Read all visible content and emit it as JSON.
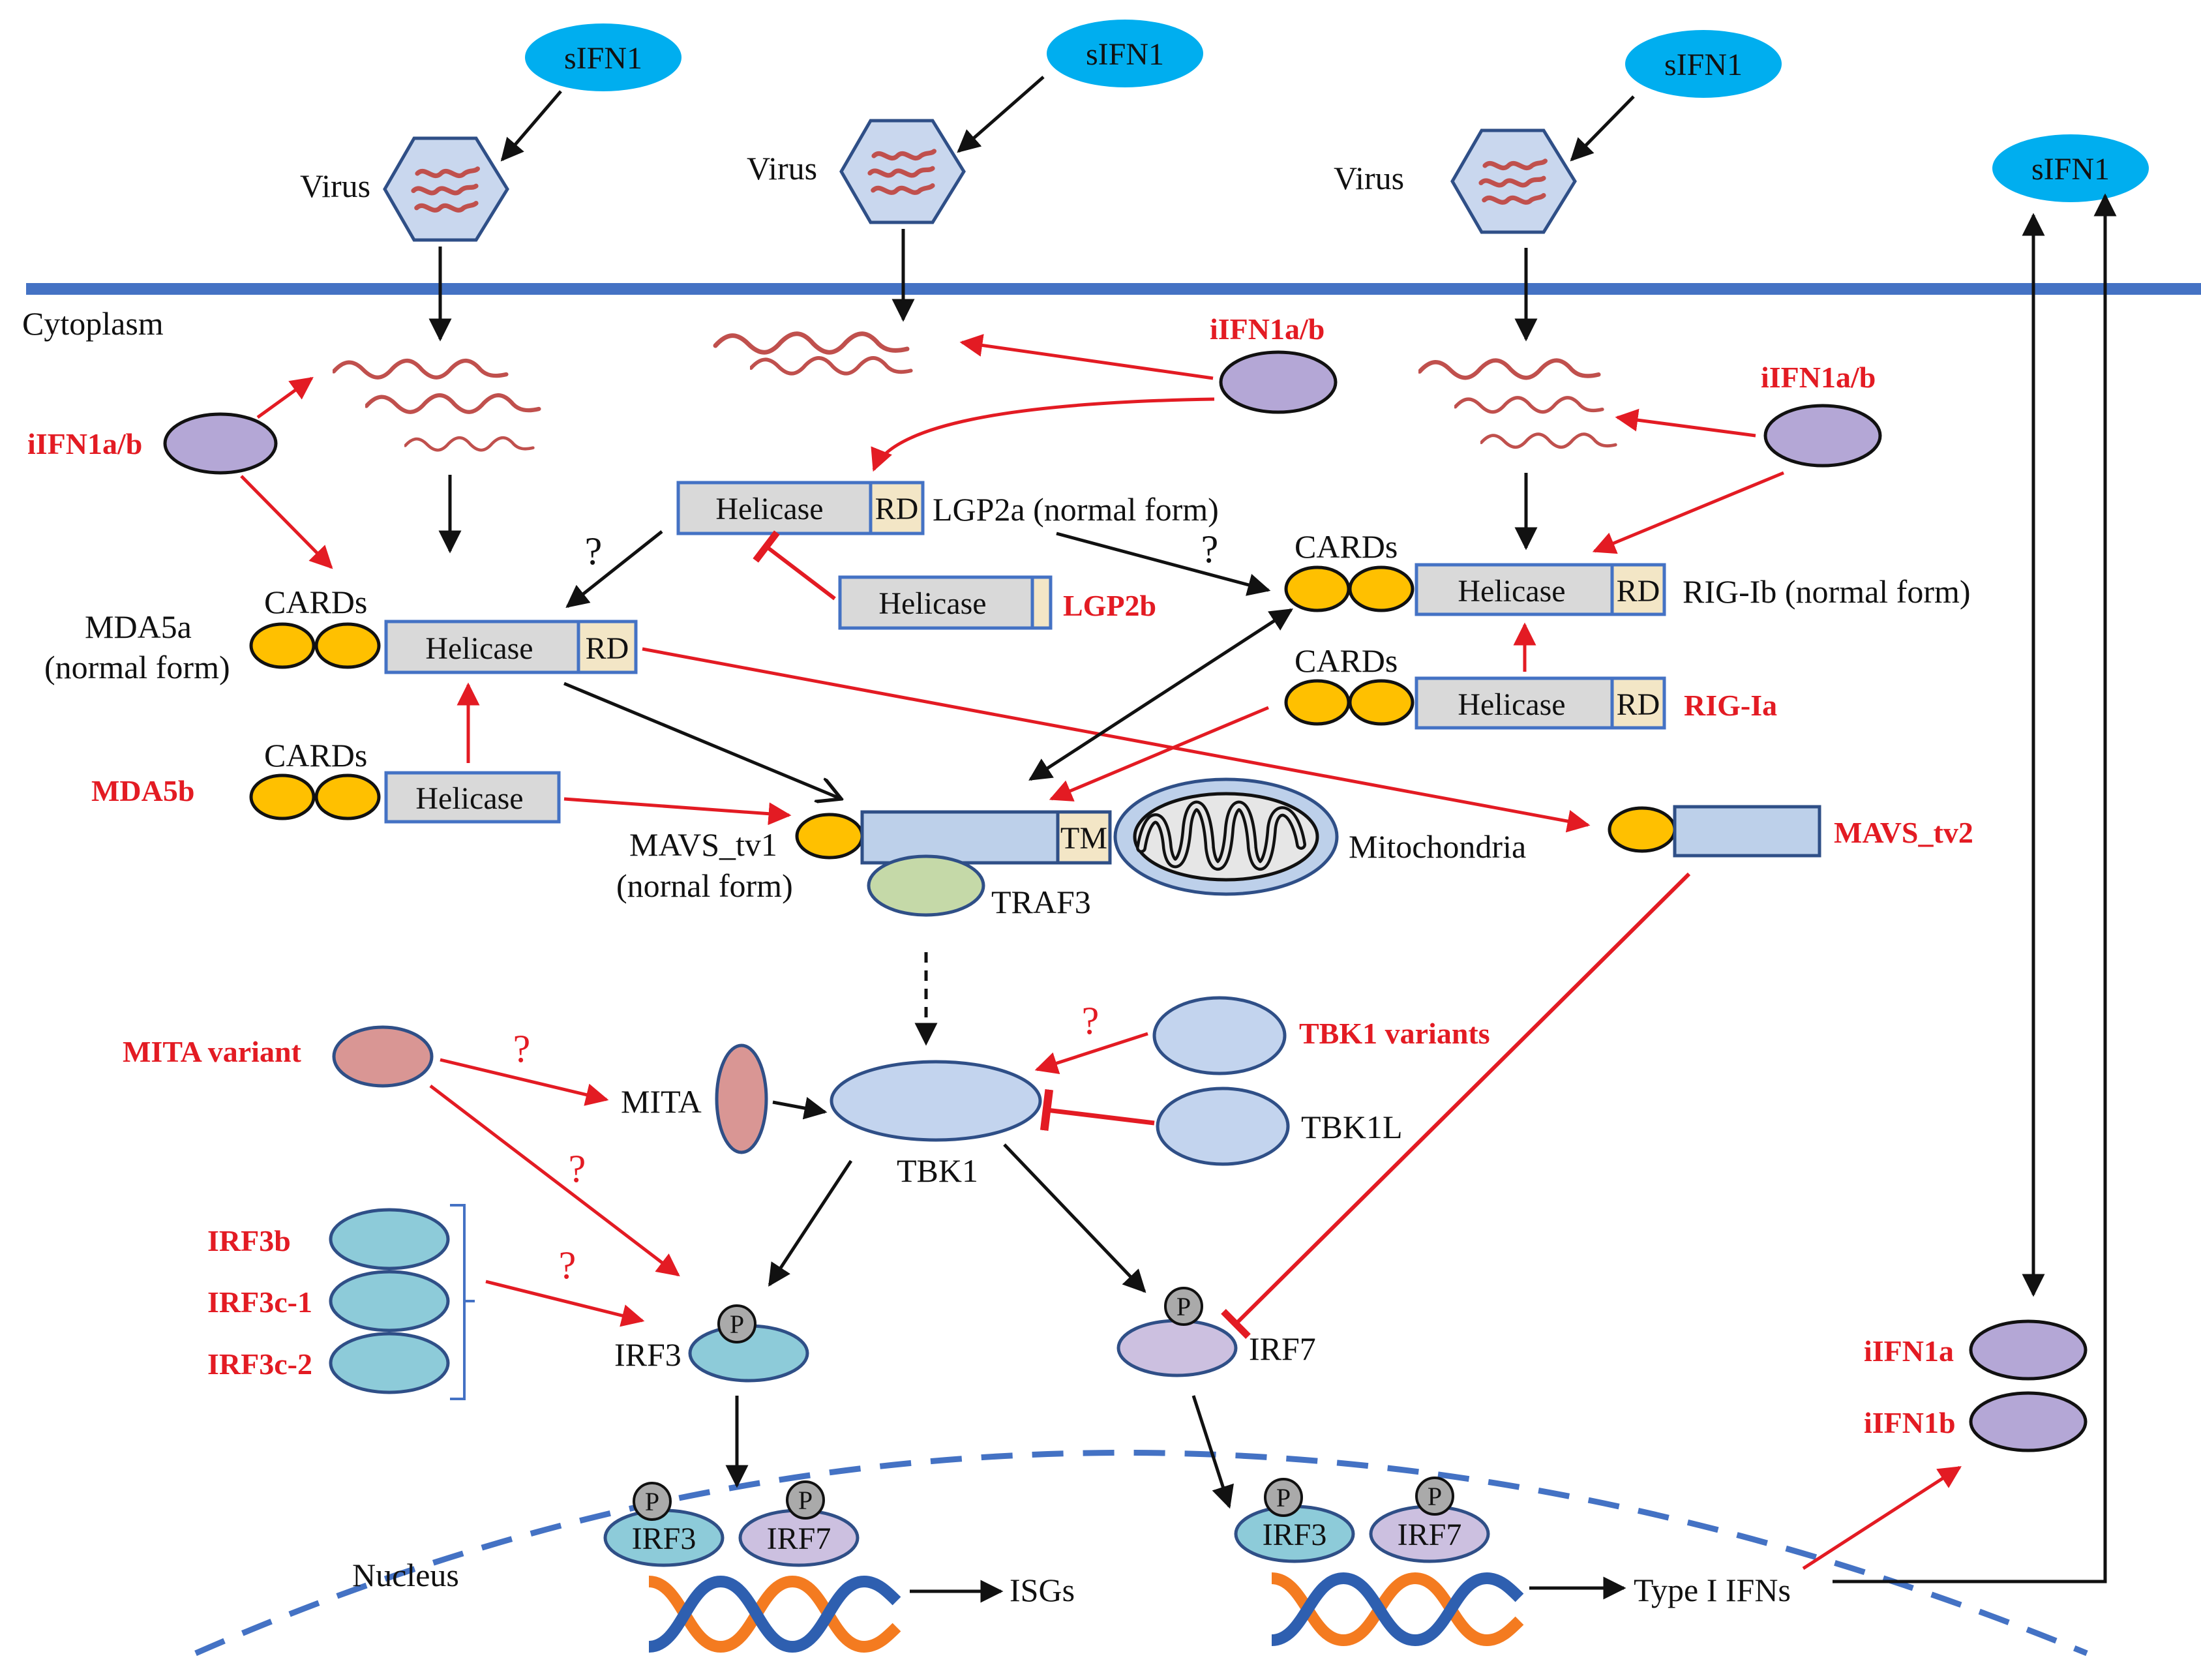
{
  "compartments": {
    "cytoplasm": "Cytoplasm",
    "nucleus": "Nucleus",
    "mitochondria": "Mitochondria"
  },
  "extracellular": {
    "sifn": "sIFN1",
    "virus": "Virus"
  },
  "domains": {
    "helicase": "Helicase",
    "rd": "RD",
    "cards": "CARDs",
    "tm": "TM",
    "phospho": "P"
  },
  "proteins": {
    "iifn1ab": "iIFN1a/b",
    "lgp2a": "LGP2a (normal form)",
    "lgp2b": "LGP2b",
    "mda5a_line1": "MDA5a",
    "mda5a_line2": "(normal form)",
    "mda5b": "MDA5b",
    "rigib": "RIG-Ib (normal form)",
    "rigia": "RIG-Ia",
    "mavs_tv1_line1": "MAVS_tv1",
    "mavs_tv1_line2": "(nornal form)",
    "mavs_tv2": "MAVS_tv2",
    "traf3": "TRAF3",
    "mita": "MITA",
    "mita_variant": "MITA variant",
    "tbk1": "TBK1",
    "tbk1_variants": "TBK1 variants",
    "tbk1l": "TBK1L",
    "irf3": "IRF3",
    "irf7": "IRF7",
    "irf3b": "IRF3b",
    "irf3c1": "IRF3c-1",
    "irf3c2": "IRF3c-2",
    "iifn1a": "iIFN1a",
    "iifn1b": "iIFN1b"
  },
  "outputs": {
    "isgs": "ISGs",
    "type1": "Type I IFNs"
  },
  "unknown_mark": "?",
  "colors": {
    "membrane": "#4472c4",
    "sifn": "#00aeef",
    "iifn": "#b4a7d6",
    "cards": "#ffc000",
    "helicase": "#d9d9d9",
    "rd": "#f3e6c6",
    "mavs": "#bdd0ea",
    "traf3": "#c5d9a8",
    "mita": "#d99694",
    "tbk1": "#c3d4ee",
    "irf3": "#8dcbd9",
    "irf7": "#ccc0e0",
    "inhibit_red": "#e31b23",
    "dna_orange": "#f47b20",
    "dna_blue": "#2e5fb0"
  }
}
